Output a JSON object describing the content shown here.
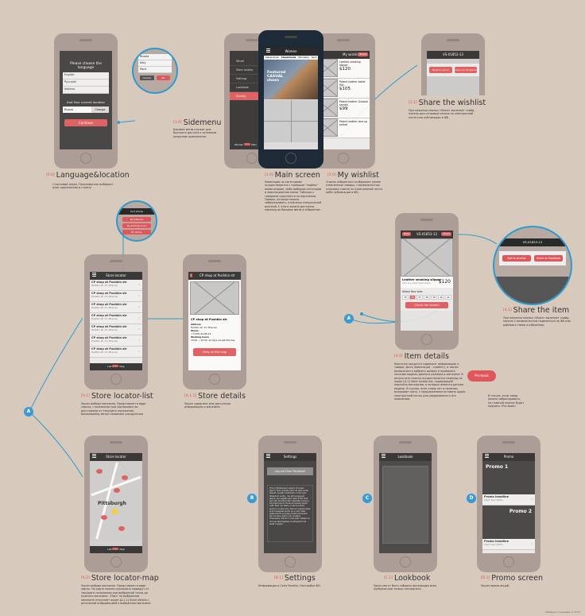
{
  "screens": {
    "language": {
      "number": "[0.0]",
      "title": "Language&location",
      "desc": "Стартовый экран. Пользователь выбирает язык приложения и страну.",
      "choose_text": "Please choose the language",
      "languages": [
        "English",
        "Русский",
        "Italiano"
      ],
      "location_text": "And Your current location",
      "location_value": "Russia",
      "change_label": "Change",
      "continue_label": "Continue",
      "popup_items": [
        "Russia",
        "Italy",
        "Paris"
      ],
      "popup_cancel": "Cancel",
      "popup_ok": "Ok"
    },
    "sidemenu": {
      "number": "[3.0]",
      "title": "Sidemenu",
      "desc": "Боковое меню служит для быстрого доступа к основным разделам приложения.",
      "items": [
        "Wheel",
        "Store locator",
        "Settings",
        "Lookbook",
        "Sunday"
      ],
      "toggle_women": "Women",
      "toggle_men": "Men"
    },
    "main": {
      "number": "[1.0]",
      "title": "Main screen",
      "bar_title": "Women",
      "tabs": [
        "Casual shoes",
        "Casual heels",
        "Moccasins",
        "Sand"
      ],
      "featured": "Featured CASUAL shoes",
      "desc": "Навигация по категориям осуществляется с помощью \"свайпа\" влево-вправо, либо выбором категории в навигационном меню. Таблица с товарами скроллится по вертикали. Товары, которые можно забронировать, отмечены специальной иконкой. С этого экрана доступны переход во боковое меню и избранное."
    },
    "wishlist": {
      "number": "[2.0]",
      "title": "My wishlist",
      "bar_title": "My wishlist",
      "share_label": "Share",
      "items": [
        {
          "name": "Leather smoking slipper",
          "price": "$120"
        },
        {
          "name": "Patent leather ballet flat...",
          "price": "$105"
        },
        {
          "name": "Patent leather Gutsole sandal",
          "price": "$99"
        },
        {
          "name": "Patent leather lace-up oxford",
          "price": ""
        }
      ],
      "desc": "Список избранного отображает ранее отмеченные товары, с возможностью отправки списка по электронной почте либо публикации в ФБ."
    },
    "share_wishlist": {
      "number": "[2.1]",
      "title": "Share the wishlist",
      "bar_title": "VS-X1853-13",
      "send_label": "Send to email",
      "share_label": "Share on Facebook",
      "desc": "При нажатии кнопки «Share» вылезает слайд-панель для отправки списка по электронной почте или публикации в ФБ."
    },
    "item": {
      "number": "[4.0]",
      "title": "Item details",
      "bar_title": "VS-X1853-13",
      "back_label": "Back",
      "share_label": "Share",
      "name": "Leather smoking slipper",
      "short": "This is a short description",
      "price": "$120",
      "sizes": [
        "35",
        "36",
        "37",
        "38",
        "39",
        "40",
        "41"
      ],
      "size_label": "Select Your size:",
      "check_label": "Check the stores!",
      "desc": "Карточка продукта содержит информацию о товаре, фото (навигация - «свайп»), а также возможность выбрать размер и проверить наличие модели данного размера в магазине. В результате поиска осуществляется переход на экран [A.1] Store locator-list, содержащий перечень магазинов, в которых имеется данная модель. В случае, если товар нет в наличии, всплывает окно, с предложением оставить адрес электронной почты для уведомления о его появлении.",
      "prebook_label": "Pre-book",
      "prebook_desc": "В случае, если товар можно забронировать, на главной кнопке будет надпись «Pre-book»"
    },
    "share_item": {
      "number": "[4.1]",
      "title": "Share the item",
      "bar_title": "VS-X1853-13",
      "add_label": "Add to wishlist",
      "share_label": "Share on Facebook",
      "desc": "При нажатии кнопки «Share» вылезает слайд-панель с возможностью поделиться на ФБ или добавить товар в избранное."
    },
    "store_list": {
      "number": "[A.1]",
      "title": "Store locator-list",
      "bar_title": "Store locator",
      "popup_title": "Sort stores",
      "popup_items": [
        "By distance",
        "By working hours",
        "By phone"
      ],
      "stores": [
        {
          "name": "CP shop at Pushkin str",
          "addr": "Pushkin str 13, Moscow"
        },
        {
          "name": "CP shop at Pushkin str",
          "addr": "Pushkin str 13, Moscow"
        },
        {
          "name": "CP shop at Pushkin str",
          "addr": "Pushkin str 13, Moscow"
        },
        {
          "name": "CP shop at Pushkin str",
          "addr": "Pushkin str 13, Moscow"
        },
        {
          "name": "CP shop at Pushkin str",
          "addr": "Pushkin str 13, Moscow"
        },
        {
          "name": "CP shop at Pushkin str",
          "addr": "Pushkin str 13, Moscow"
        },
        {
          "name": "CP shop at Pushkin str",
          "addr": "Pushkin str 13, Moscow"
        }
      ],
      "toggle_list": "List",
      "toggle_map": "Map",
      "desc": "Экран выбора магазина. Представлен в виде списка, с возможностью сортировки по: расстоянию от текущего положения ближайшему метро названию улицы/точки"
    },
    "store_details": {
      "number": "[A.1.1]",
      "title": "Store details",
      "bar_title": "CP shop at Pushkin str",
      "heading": "CP shop at Pushkin str",
      "address_label": "Address",
      "address": "Pushkin str 13, Moscow",
      "phone_label": "Phone",
      "phone": "+7(495)-45-86-16",
      "hours_label": "Working hours",
      "hours": "10:00 — 22:00, all days except Monday",
      "map_button": "View on the map",
      "desc": "Экран содержит всю доступную информацию о магазине."
    },
    "store_map": {
      "number": "[A.2]",
      "title": "Store locator-map",
      "bar_title": "Store locator",
      "city_label": "Pittsburgh",
      "toggle_list": "List",
      "toggle_map": "Map",
      "desc": "Экран выбора магазина. Представлен в виде карты. На карте можно проложить маршрут от текущего положения или выбранной точки до нужного магазина. «Пин» на выбранном магазине отпускает экран [A.1.1] Store details с детальной информацией о выбранном магазине."
    },
    "settings": {
      "number": "[B.1]",
      "title": "Settings",
      "bar_title": "Settings",
      "logout_label": "Log out from Facebook",
      "desc": "Информация о Carlo Pazolini, Настройки ФБ.",
      "body_text": "This is Photoshop's version of Lorem Ipsum. Proin gravida nibh vel velit auctor aliquet. Aenean sollicitudin, lorem quis bibendum auctor, nisi elit consequat ipsum, nec sagittis sem nibh id elit. Duis sed odio sit amet nibh vulputate cursus a sit amet mauris. Morbi accumsan ipsum velit. Nam nec tellus a odio tincidunt auctor a ornare odio. Sed non mauris vitae erat consequat auctor eu in elit. Class aptent taciti sociosqu ad litora torquent per conubia nostra, per inceptos himenaeos. Mauris in erat justo. Nullam ac urna eu felis dapibus condimentum sit amet a augue."
    },
    "lookbook": {
      "number": "[C.1]",
      "title": "Lookbook",
      "bar_title": "Lookbook",
      "desc": "Здесь могут быть собраны фото/видео всех лукбуков или только последнего."
    },
    "promo": {
      "number": "[D.1]",
      "title": "Promo screen",
      "bar_title": "Promo",
      "promos": [
        {
          "title": "Promo 1",
          "headline": "Promo headline",
          "short": "Short description"
        },
        {
          "title": "Promo 2",
          "headline": "Promo headline",
          "short": "Short description"
        }
      ],
      "desc": "Экран промо-акций."
    }
  },
  "markers": [
    "A",
    "A",
    "A",
    "B",
    "C",
    "D"
  ],
  "footer": "Мамыкин Геннадий © 2013"
}
